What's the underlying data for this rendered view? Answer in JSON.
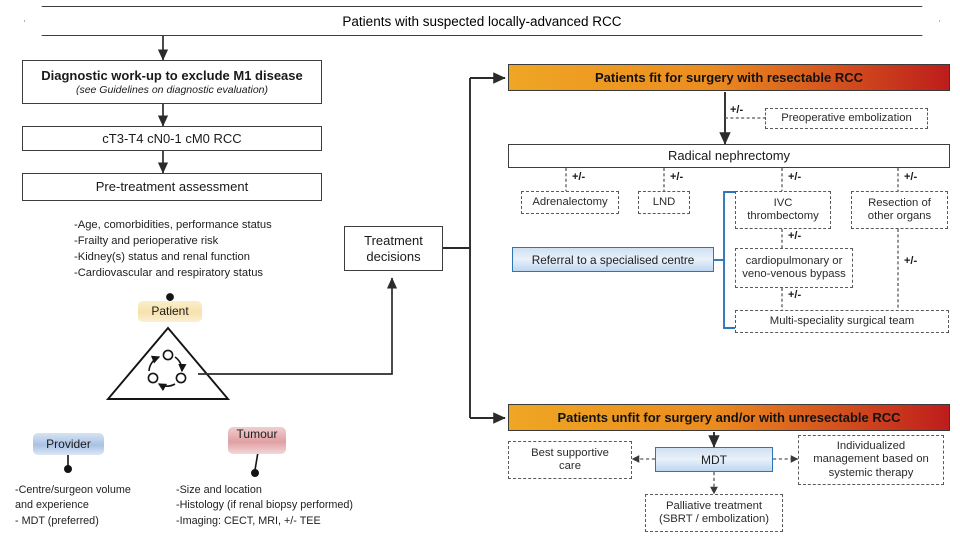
{
  "diagram": {
    "title_banner": "Patients with suspected locally-advanced RCC",
    "left_column": {
      "diagnostic_box": {
        "line1": "Diagnostic work-up to exclude M1 disease",
        "line2": "(see Guidelines on diagnostic evaluation)"
      },
      "stage_box": "cT3-T4 cN0-1 cM0 RCC",
      "assessment_box": "Pre-treatment assessment",
      "assessment_bullets": "-Age, comorbidities, performance status\n-Frailty and perioperative risk\n-Kidney(s) status and renal function\n-Cardiovascular and respiratory status"
    },
    "triad": {
      "patient_label": "Patient",
      "provider_label": "Provider",
      "tumour_label": "Tumour",
      "provider_bullets": "-Centre/surgeon volume\nand experience\n- MDT (preferred)",
      "tumour_bullets": "-Size and location\n-Histology (if renal biopsy performed)\n-Imaging: CECT, MRI, +/- TEE"
    },
    "treatment_decisions": {
      "line1": "Treatment",
      "line2": "decisions"
    },
    "fit_branch": {
      "header": "Patients fit for surgery with resectable RCC",
      "preoperative_embolization": "Preoperative embolization",
      "radical_nephrectomy": "Radical nephrectomy",
      "adrenalectomy": "Adrenalectomy",
      "lnd": "LND",
      "ivc_thrombectomy": "IVC\nthrombectomy",
      "resection_other_organs": "Resection of\nother organs",
      "bypass": "cardiopulmonary or\nveno-venous bypass",
      "multispeciality_team": "Multi-speciality surgical team",
      "referral_specialised_centre": "Referral to a specialised centre",
      "plus_minus": "+/-"
    },
    "unfit_branch": {
      "header": "Patients unfit for surgery and/or with unresectable RCC",
      "mdt": "MDT",
      "best_supportive_care": "Best supportive\ncare",
      "individualized_management": "Individualized\nmanagement based on\nsystemic therapy",
      "palliative_treatment": "Palliative treatment\n(SBRT / embolization)"
    },
    "colors": {
      "gradient_start": "#efa623",
      "gradient_end": "#be1d1c",
      "blue_border": "#2e75b6",
      "box_border": "#3d3d3d",
      "dashed_border": "#5a5a5a"
    }
  }
}
